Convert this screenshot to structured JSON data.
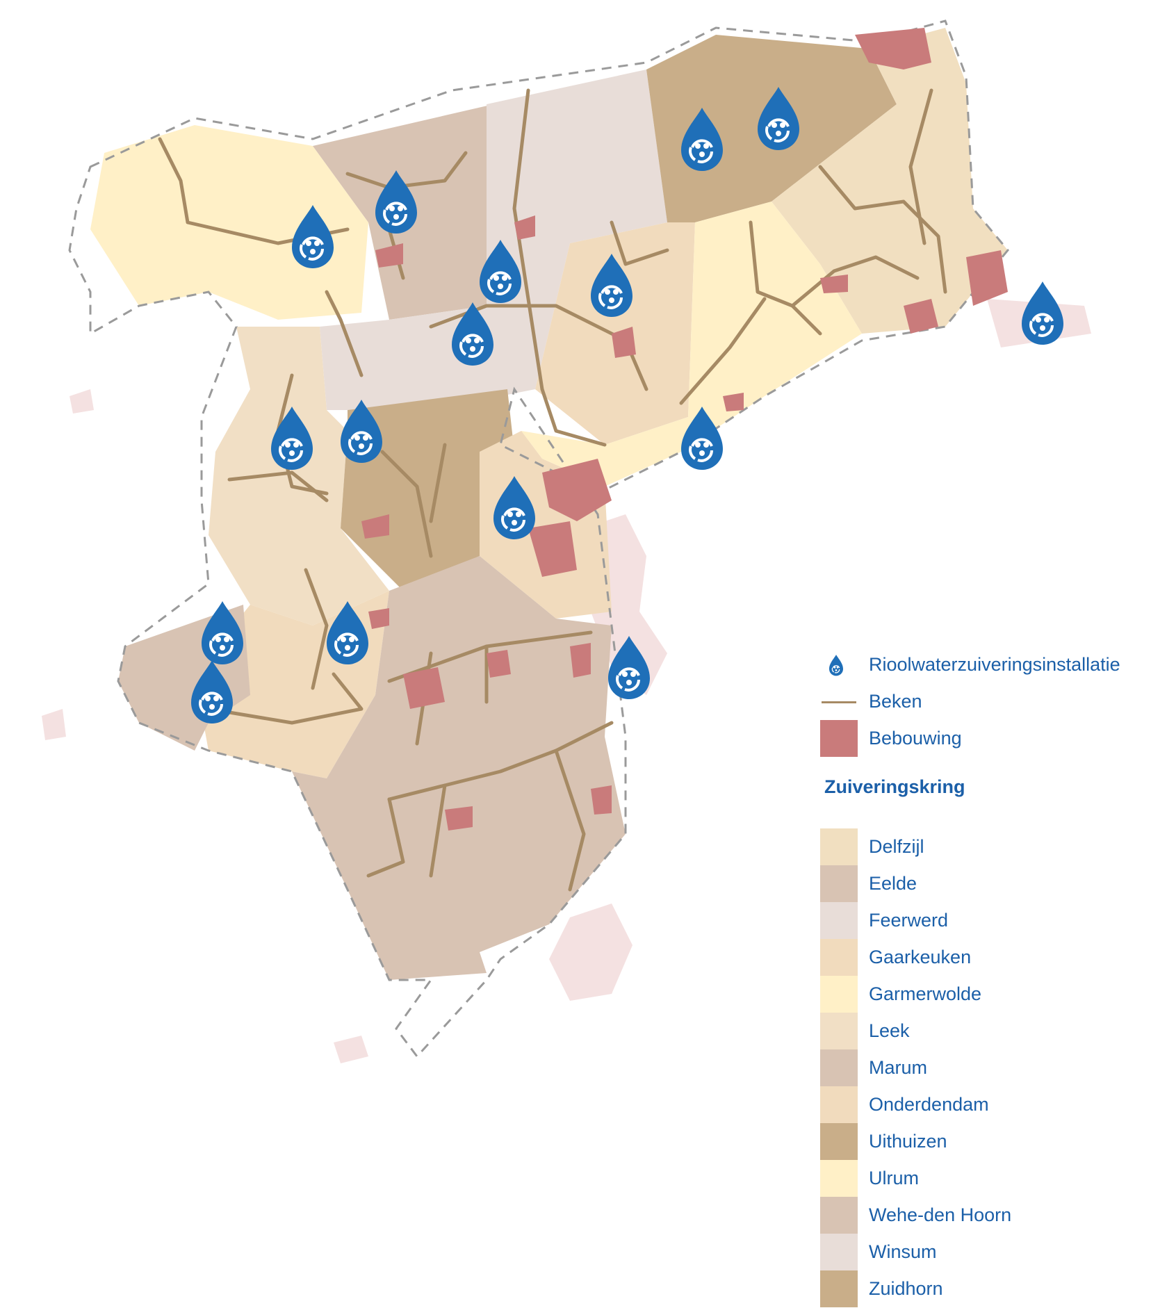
{
  "legend": {
    "items": [
      {
        "label": "Rioolwaterzuiveringsinstallatie",
        "symbol": "wastewater-plant-drop-icon"
      },
      {
        "label": "Beken",
        "symbol": "stream-line"
      },
      {
        "label": "Bebouwing",
        "symbol": "built-area-swatch",
        "color": "#c97b7b"
      }
    ],
    "title": "Zuiveringskring",
    "classes": [
      {
        "label": "Delfzijl",
        "color": "#f1dfc0"
      },
      {
        "label": "Eelde",
        "color": "#d8c3b3"
      },
      {
        "label": "Feerwerd",
        "color": "#e8ddd8"
      },
      {
        "label": "Gaarkeuken",
        "color": "#f1dbbd"
      },
      {
        "label": "Garmerwolde",
        "color": "#fff0c7"
      },
      {
        "label": "Leek",
        "color": "#f1dfc5"
      },
      {
        "label": "Marum",
        "color": "#d8c3b3"
      },
      {
        "label": "Onderdendam",
        "color": "#f1dbbd"
      },
      {
        "label": "Uithuizen",
        "color": "#c9ae89"
      },
      {
        "label": "Ulrum",
        "color": "#fff0c7"
      },
      {
        "label": "Wehe-den Hoorn",
        "color": "#d8c3b3"
      },
      {
        "label": "Winsum",
        "color": "#e8ddd8"
      },
      {
        "label": "Zuidhorn",
        "color": "#c9ae89"
      }
    ]
  },
  "colors": {
    "legend_text": "#1b5fa8",
    "stream": "#a68a64",
    "built_area": "#c97b7b",
    "boundary": "#9a9a9a",
    "plant_icon": "#1f6fb8",
    "outside_built_area": "#f3dede"
  }
}
